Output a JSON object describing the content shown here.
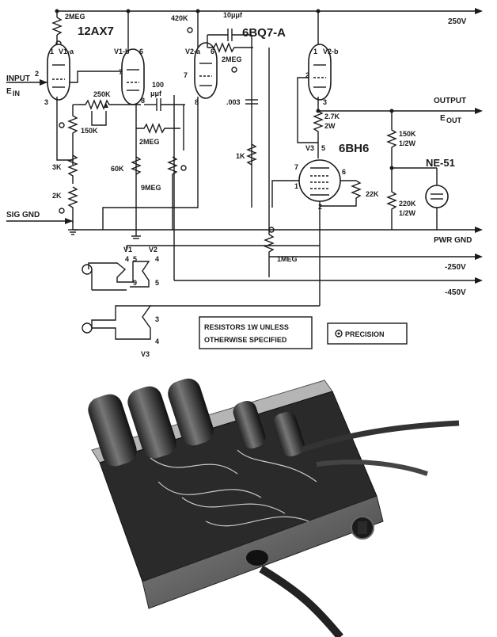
{
  "tubes": {
    "v1_type": "12AX7",
    "v2_type": "6BQ7-A",
    "v3_type": "6BH6",
    "v1a": "V1-a",
    "v1b": "V1-b",
    "v2a": "V2-a",
    "v2b": "V2-b",
    "v3": "V3",
    "neon": "NE-51"
  },
  "terminals": {
    "input_line1": "INPUT",
    "input_line2": "E",
    "input_sub": "IN",
    "sig_gnd": "SIG GND",
    "output": "OUTPUT",
    "eout": "E",
    "eout_sub": "OUT",
    "pwr_gnd": "PWR GND",
    "v250": "250V",
    "vneg250": "-250V",
    "vneg450": "-450V"
  },
  "components": {
    "r_2meg_top": "2MEG",
    "r_420k": "420K",
    "c_10uuf": "10μμf",
    "r_2meg_fb": "2MEG",
    "r_250k": "250K",
    "c_100uuf_a": "100",
    "c_100uuf_b": "μμf",
    "r_150k": "150K",
    "r_2meg_mid": "2MEG",
    "r_3k": "3K",
    "r_60k": "60K",
    "r_9meg": "9MEG",
    "r_2k": "2K",
    "c_003": ".003",
    "r_1k": "1K",
    "r_1meg": "1MEG",
    "r_27k_a": "2.7K",
    "r_27k_b": "2W",
    "r_22k": "22K",
    "r_150k_b_a": "150K",
    "r_150k_b_b": "1/2W",
    "r_220k_a": "220K",
    "r_220k_b": "1/2W"
  },
  "pins": {
    "p1": "1",
    "p2": "2",
    "p3": "3",
    "p6": "6",
    "p7": "7",
    "p8": "8",
    "p6b": "6",
    "p7b": "7",
    "p8b": "8",
    "p1b": "1",
    "p2b": "2",
    "p3b": "3",
    "p5": "5",
    "p7c": "7",
    "p6c": "6",
    "p1c": "1",
    "p2c": "2"
  },
  "heaters": {
    "v1": "V1",
    "v2": "V2",
    "v3": "V3",
    "v1_p4": "4",
    "v1_p5": "5",
    "v1_p9": "9",
    "v2_p4": "4",
    "v2_p5": "5",
    "v3_p3": "3",
    "v3_p4": "4"
  },
  "notes": {
    "resistors_1": "RESISTORS 1W UNLESS",
    "resistors_2": "OTHERWISE SPECIFIED",
    "precision": "PRECISION"
  },
  "colors": {
    "ink": "#1a1a1a",
    "paper": "#ffffff"
  }
}
